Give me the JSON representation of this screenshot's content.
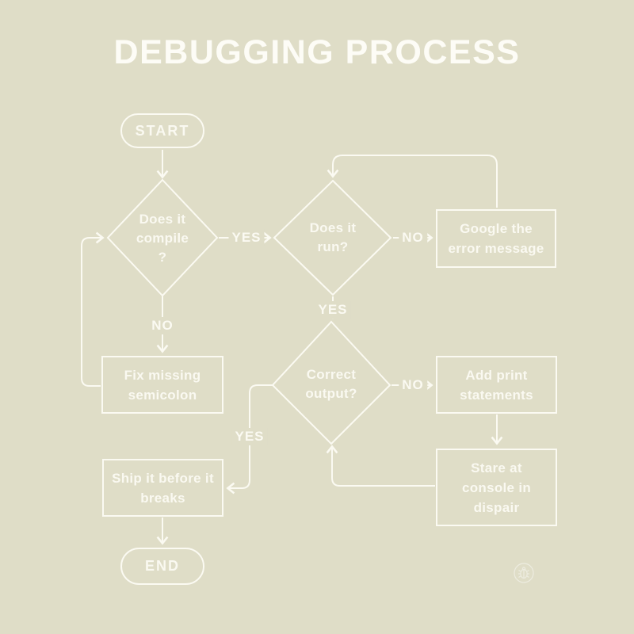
{
  "title": "DEBUGGING PROCESS",
  "colors": {
    "background": "#dfddc7",
    "line": "#fbfaf2",
    "title_text": "#fdfcf6"
  },
  "nodes": {
    "start": {
      "label": "START"
    },
    "compile": {
      "lines": [
        "Does it",
        "compile",
        "?"
      ]
    },
    "run": {
      "lines": [
        "Does it",
        "run?"
      ]
    },
    "google_error": {
      "lines": [
        "Google the",
        "error message"
      ]
    },
    "fix_semicolon": {
      "lines": [
        "Fix missing",
        "semicolon"
      ]
    },
    "correct_output": {
      "lines": [
        "Correct",
        "output?"
      ]
    },
    "add_print": {
      "lines": [
        "Add print",
        "statements"
      ]
    },
    "stare_console": {
      "lines": [
        "Stare at",
        "console in",
        "dispair"
      ]
    },
    "ship_it": {
      "lines": [
        "Ship it before it",
        "breaks"
      ]
    },
    "end": {
      "label": "END"
    }
  },
  "edge_labels": {
    "compile_yes": "YES",
    "run_no": "NO",
    "compile_no": "NO",
    "run_yes": "YES",
    "correct_no": "NO",
    "correct_yes": "YES"
  },
  "watermark": {
    "icon": "bug-icon"
  }
}
